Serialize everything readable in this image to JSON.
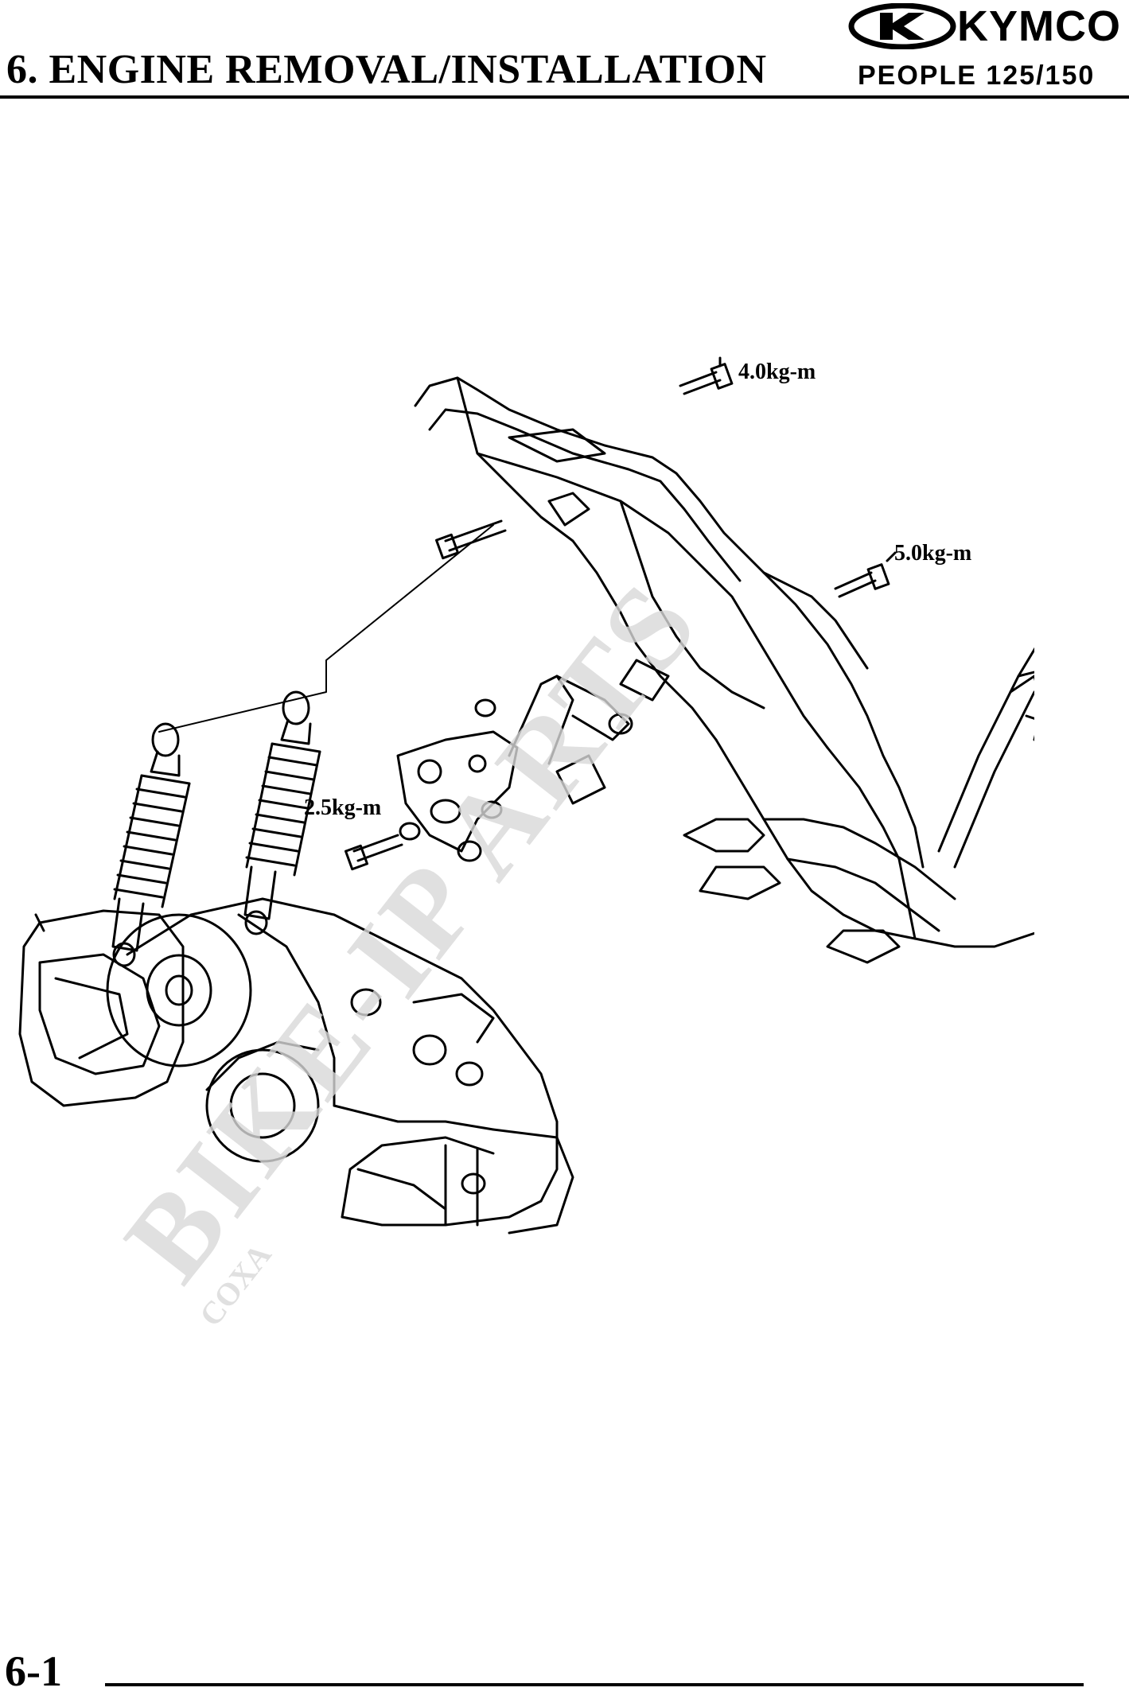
{
  "header": {
    "title": "6. ENGINE REMOVAL/INSTALLATION",
    "brand": "KYMCO",
    "model": "PEOPLE 125/150"
  },
  "diagram": {
    "torque_labels": {
      "top_bolt": "4.0kg-m",
      "frame_bolt": "5.0kg-m",
      "hanger_bolt": "2.5kg-m"
    }
  },
  "watermark": {
    "main": "BIKE-IP ARTS",
    "sub": "COXA"
  },
  "footer": {
    "page_number": "6-1"
  }
}
